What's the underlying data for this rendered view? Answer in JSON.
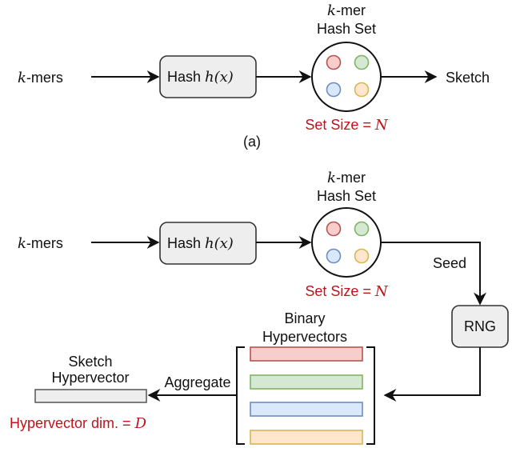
{
  "panel_a": {
    "input_label_k": "k",
    "input_label_rest": "-mers",
    "hash_label": "Hash ",
    "hash_func": "h(x)",
    "set_title_k": "k",
    "set_title_line1_rest": "-mer",
    "set_title_line2": "Hash Set",
    "set_size_prefix": "Set Size = ",
    "set_size_var": "N",
    "output_label": "Sketch",
    "caption": "(a)"
  },
  "panel_b": {
    "input_label_k": "k",
    "input_label_rest": "-mers",
    "hash_label": "Hash ",
    "hash_func": "h(x)",
    "set_title_k": "k",
    "set_title_line1_rest": "-mer",
    "set_title_line2": "Hash Set",
    "set_size_prefix": "Set Size = ",
    "set_size_var": "N",
    "seed_label": "Seed",
    "rng_label": "RNG",
    "binary_title_line1": "Binary",
    "binary_title_line2": "Hypervectors",
    "aggregate_label": "Aggregate",
    "sketch_title_line1": "Sketch",
    "sketch_title_line2": "Hypervector",
    "dim_prefix": "Hypervector dim. = ",
    "dim_var": "D"
  },
  "colors": {
    "hash_dots": [
      {
        "name": "red",
        "fill": "#f8cecc",
        "stroke": "#b85450"
      },
      {
        "name": "green",
        "fill": "#d5e8d4",
        "stroke": "#82b366"
      },
      {
        "name": "blue",
        "fill": "#dae8fc",
        "stroke": "#6c8ebf"
      },
      {
        "name": "orange",
        "fill": "#ffe6cc",
        "stroke": "#d6b656"
      }
    ],
    "annotation_red": "#c0141c",
    "box_fill": "#eeeeee"
  }
}
